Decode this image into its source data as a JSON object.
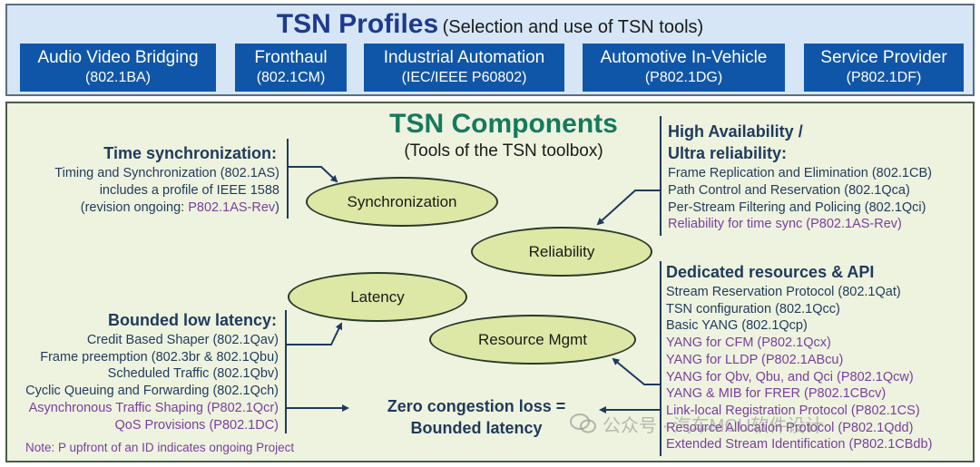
{
  "profiles": {
    "title": "TSN Profiles",
    "subtitle": "(Selection and use of TSN tools)",
    "boxes": [
      {
        "line1": "Audio Video Bridging",
        "line2": "(802.1BA)"
      },
      {
        "line1": "Fronthaul",
        "line2": "(802.1CM)"
      },
      {
        "line1": "Industrial Automation",
        "line2": "(IEC/IEEE P60802)"
      },
      {
        "line1": "Automotive In-Vehicle",
        "line2": "(P802.1DG)"
      },
      {
        "line1": "Service Provider",
        "line2": "(P802.1DF)"
      }
    ]
  },
  "components": {
    "title": "TSN Components",
    "subtitle": "(Tools of the TSN toolbox)"
  },
  "time_sync": {
    "heading": "Time synchronization:",
    "line1": "Timing and Synchronization (802.1AS)",
    "line2": "includes a profile of IEEE 1588",
    "line3_prefix": "(revision ongoing: ",
    "line3_project": "P802.1AS-Rev",
    "line3_suffix": ")"
  },
  "high_availability": {
    "heading_line1": "High Availability /",
    "heading_line2": "Ultra reliability:",
    "items": [
      {
        "text": "Frame Replication and Elimination (802.1CB)",
        "color": "#1f3a5c"
      },
      {
        "text": "Path Control and Reservation (802.1Qca)",
        "color": "#1f3a5c"
      },
      {
        "text": "Per-Stream Filtering and Policing (802.1Qci)",
        "color": "#1f3a5c"
      },
      {
        "text": "Reliability for time sync (P802.1AS-Rev)",
        "color": "#7a3f9e"
      }
    ]
  },
  "dedicated_resources": {
    "heading": "Dedicated resources & API",
    "items": [
      {
        "text": "Stream Reservation Protocol (802.1Qat)",
        "color": "#1f3a5c"
      },
      {
        "text": "TSN configuration (802.1Qcc)",
        "color": "#1f3a5c"
      },
      {
        "text": "Basic YANG (802.1Qcp)",
        "color": "#1f3a5c"
      },
      {
        "text": "YANG for CFM (P802.1Qcx)",
        "color": "#7a3f9e"
      },
      {
        "text": "YANG for LLDP (P802.1ABcu)",
        "color": "#7a3f9e"
      },
      {
        "text": "YANG for Qbv, Qbu, and Qci (P802.1Qcw)",
        "color": "#7a3f9e"
      },
      {
        "text": "YANG & MIB for FRER (P802.1CBcv)",
        "color": "#7a3f9e"
      },
      {
        "text": "Link-local Registration Protocol (P802.1CS)",
        "color": "#7a3f9e"
      },
      {
        "text": "Resource Allocation Protocol (P802.1Qdd)",
        "color": "#7a3f9e"
      },
      {
        "text": "Extended Stream Identification (P802.1CBdb)",
        "color": "#7a3f9e"
      }
    ]
  },
  "low_latency": {
    "heading": "Bounded low latency:",
    "items": [
      {
        "text": "Credit Based Shaper (802.1Qav)",
        "color": "#1f3a5c"
      },
      {
        "text": "Frame preemption (802.3br & 802.1Qbu)",
        "color": "#1f3a5c"
      },
      {
        "text": "Scheduled Traffic (802.1Qbv)",
        "color": "#1f3a5c"
      },
      {
        "text": "Cyclic Queuing and Forwarding (802.1Qch)",
        "color": "#1f3a5c"
      },
      {
        "text": "Asynchronous Traffic Shaping (P802.1Qcr)",
        "color": "#7a3f9e"
      },
      {
        "text": "QoS Provisions (P802.1DC)",
        "color": "#7a3f9e"
      }
    ]
  },
  "ellipses": {
    "synchronization": "Synchronization",
    "reliability": "Reliability",
    "latency": "Latency",
    "resource_mgmt": "Resource Mgmt"
  },
  "zero_congestion": {
    "line1": "Zero congestion loss =",
    "line2": "Bounded latency"
  },
  "note": "Note: P upfront of an ID indicates ongoing Project",
  "watermark": "公众号 · 汽车MCU软件设计",
  "colors": {
    "profile_box": "#1056a8",
    "profiles_bg": "#d6e6f7",
    "components_bg": "#eef3df",
    "ellipse_fill": "#dde8a6",
    "title_green": "#157a5e",
    "navy_text": "#1f3a5c",
    "project_purple": "#7a3f9e"
  }
}
